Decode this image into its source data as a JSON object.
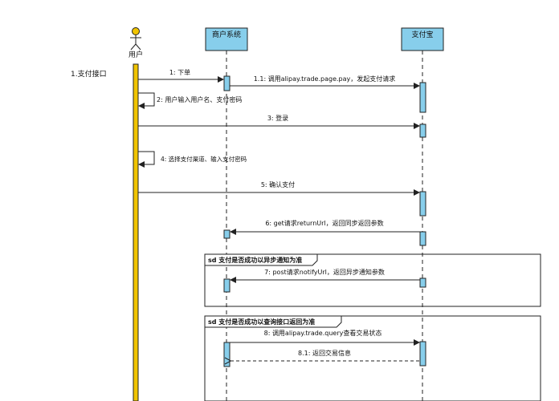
{
  "actor": {
    "label": "用户"
  },
  "lanes": [
    {
      "label": "商户系统"
    },
    {
      "label": "支付宝"
    }
  ],
  "scenario_label": "1.支付接口",
  "messages": {
    "m1": "1: 下单",
    "m1_1": "1.1: 调用alipay.trade.page.pay，发起支付请求",
    "m2": "2: 用户输入用户名、支付密码",
    "m3": "3:   登录",
    "m4": "4: 选择支付渠道、输入支付密码",
    "m5": "5: 确认支付",
    "m6": "6: get请求returnUrl，返回同步返回参数",
    "m7": "7: post请求notifyUrl，返回异步通知参数",
    "m8": "8: 调用alipay.trade.query查看交易状态",
    "m8_1": "8.1: 返回交易信息"
  },
  "fragments": [
    {
      "label": "sd 支付是否成功以异步通知为准"
    },
    {
      "label": "sd 支付是否成功以查询接口返回为准"
    }
  ],
  "colors": {
    "actor_bar": "#f0c400",
    "activation": "#87ceeb",
    "lane_header": "#87ceeb",
    "stroke": "#222222"
  }
}
